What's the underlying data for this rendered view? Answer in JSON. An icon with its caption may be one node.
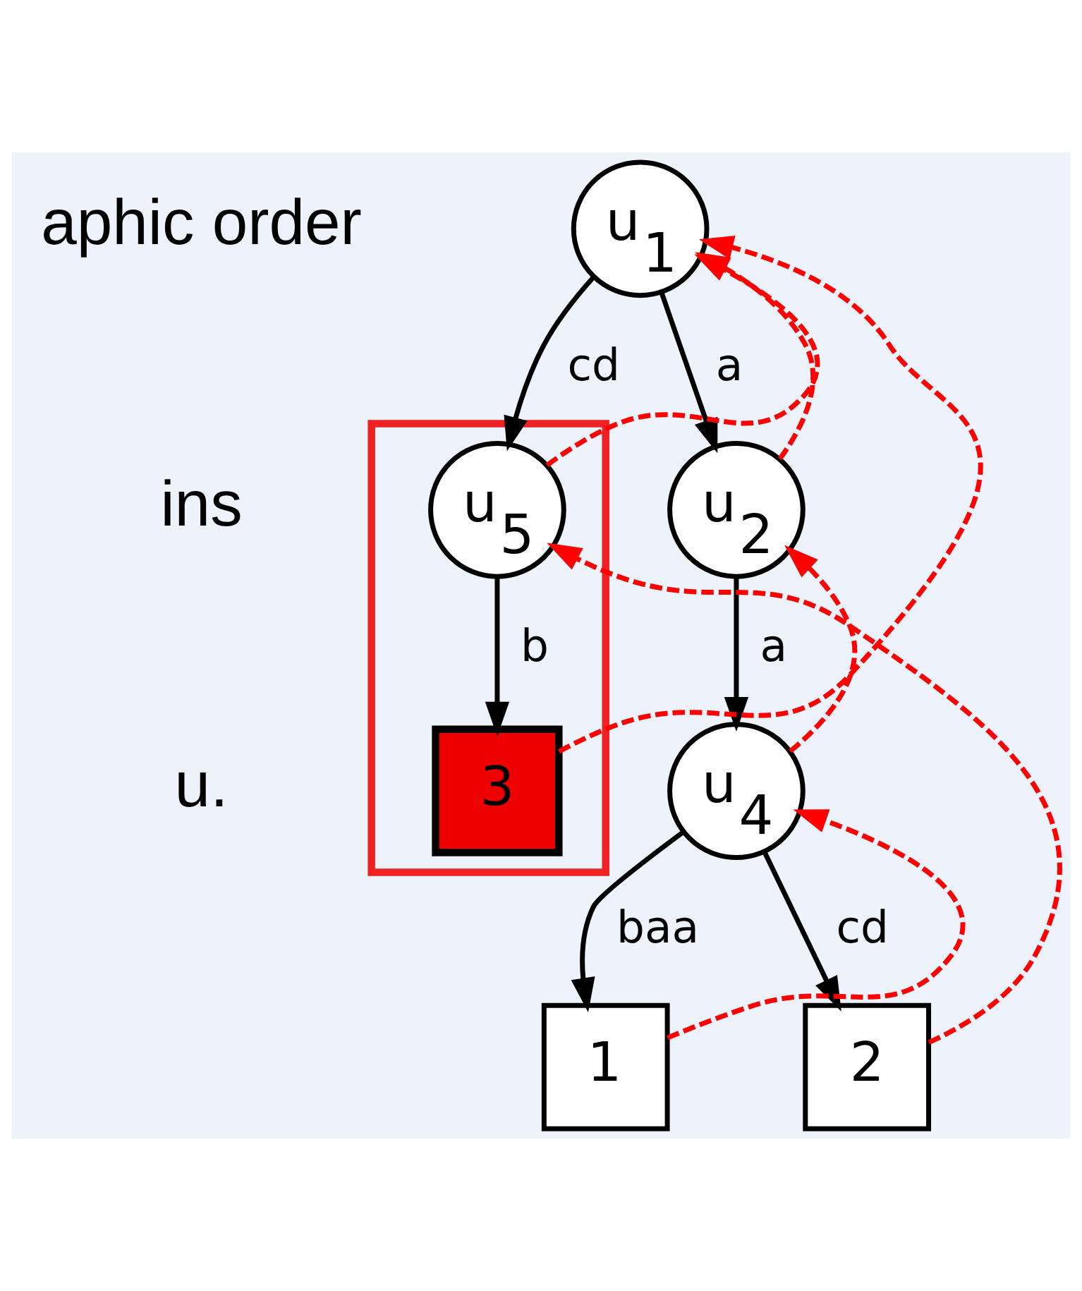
{
  "diagram": {
    "nodes": [
      {
        "text": [
          "u$_{1}$"
        ]
      },
      {
        "text": [
          "u$_{2}$"
        ]
      },
      {
        "text": [],
        "shape": "box"
      },
      {
        "text": [
          "u$_{5}$"
        ],
        "in": 2
      },
      {
        "text": [
          "u$_{4}$"
        ]
      },
      {
        "text": [
          "3"
        ],
        "in": 2
      },
      {
        "text": [
          "1"
        ]
      },
      {
        "text": [
          "2"
        ]
      }
    ],
    "edges": [
      {
        "from": 0,
        "to": 1,
        "arrow": "to",
        "label": "a"
      },
      {
        "from": 0,
        "to": 3,
        "arrow": "to",
        "label": "cd"
      },
      {
        "from": 1,
        "to": 4,
        "arrow": "to",
        "label": "a"
      },
      {
        "from": 3,
        "to": 5,
        "arrow": "to",
        "label": "b"
      },
      {
        "from": 4,
        "to": 6,
        "arrow": "to",
        "label": "baa"
      },
      {
        "from": 4,
        "to": 7,
        "arrow": "to",
        "label": "cd"
      },
      {
        "from": 1,
        "to": 0,
        "arrow": "to",
        "style": "dashed",
        "color": "#ff0000"
      },
      {
        "from": 3,
        "to": 0,
        "arrow": "to",
        "style": "dashed",
        "color": "#ff0000"
      },
      {
        "from": 5,
        "to": 0,
        "arrow": "to",
        "style": "dashed",
        "color": "#ff0000"
      },
      {
        "from": 4,
        "to": 1,
        "arrow": "to",
        "style": "dashed",
        "color": "#ff0000"
      },
      {
        "from": 6,
        "to": 4,
        "arrow": "to",
        "style": "dashed",
        "color": "#ff0000"
      },
      {
        "from": 7,
        "to": 3,
        "arrow": "to",
        "style": "dashed",
        "color": "#ff0000"
      }
    ],
    "labels": [
      "aphic order",
      "ins",
      "u."
    ]
  }
}
